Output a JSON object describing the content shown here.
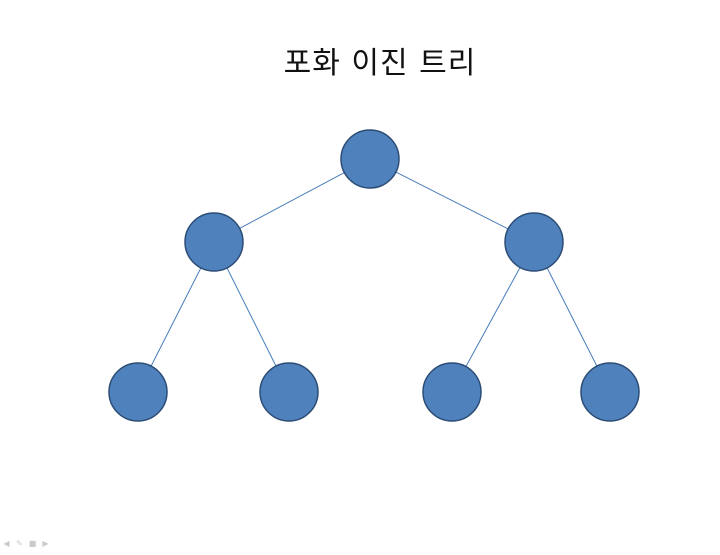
{
  "slide": {
    "title": "포화 이진 트리"
  },
  "diagram": {
    "type": "binary-tree",
    "colors": {
      "node_fill": "#4f81bd",
      "node_stroke": "#2c4d75",
      "edge": "#4a7ebb"
    },
    "nodes": [
      {
        "id": "root",
        "depth": 0,
        "order": 0
      },
      {
        "id": "left",
        "depth": 1,
        "order": 0,
        "parent": "root"
      },
      {
        "id": "right",
        "depth": 1,
        "order": 1,
        "parent": "root"
      },
      {
        "id": "left-left",
        "depth": 2,
        "order": 0,
        "parent": "left"
      },
      {
        "id": "left-right",
        "depth": 2,
        "order": 1,
        "parent": "left"
      },
      {
        "id": "right-left",
        "depth": 2,
        "order": 2,
        "parent": "right"
      },
      {
        "id": "right-right",
        "depth": 2,
        "order": 3,
        "parent": "right"
      }
    ]
  },
  "toolbar": {
    "icons": [
      "prev-arrow-icon",
      "pen-icon",
      "slides-icon",
      "next-arrow-icon"
    ]
  }
}
